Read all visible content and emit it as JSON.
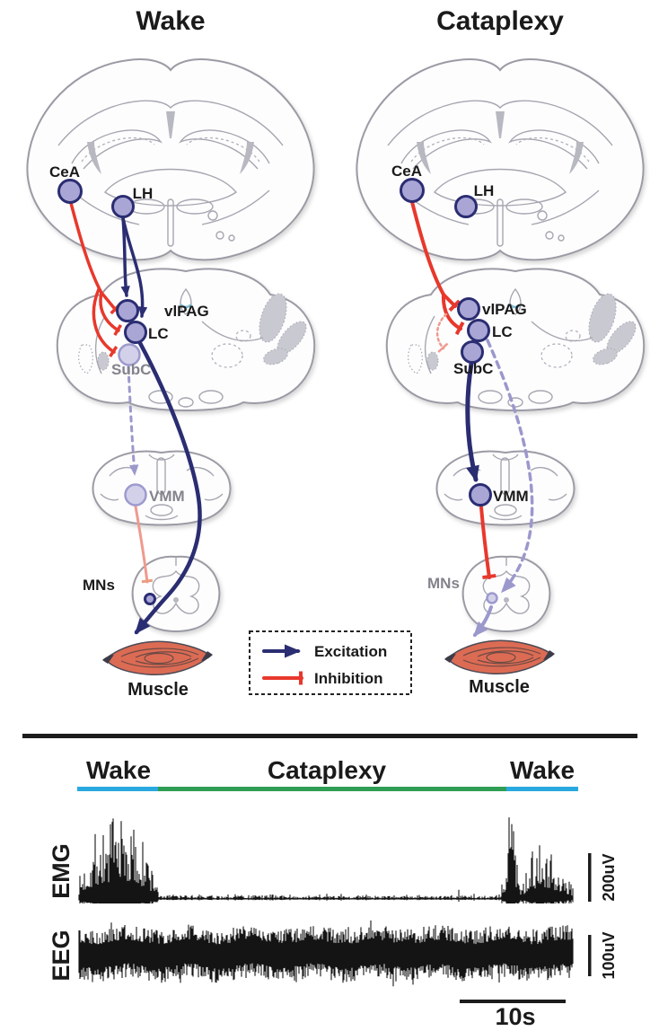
{
  "titles": {
    "wake": "Wake",
    "cataplexy": "Cataplexy"
  },
  "node_labels": {
    "cea": "CeA",
    "lh": "LH",
    "vlpag": "vlPAG",
    "lc": "LC",
    "subc": "SubC",
    "vmm": "VMM",
    "mns": "MNs",
    "muscle": "Muscle"
  },
  "legend": {
    "excitation": "Excitation",
    "inhibition": "Inhibition"
  },
  "colors": {
    "excitation": "#2b2d72",
    "inhibition": "#e8382c",
    "faded_projection": "#9b98cc",
    "faded_inhibition": "#ef9a8e",
    "node_fill": "#a9a6d6",
    "node_stroke": "#2b2d72",
    "node_fill_faded": "#d3d1ea",
    "node_stroke_faded": "#9d9ace",
    "wake_bar": "#2aa9e0",
    "cataplexy_bar": "#2f9e54",
    "muscle_fill": "#dc6b54"
  },
  "circuit": {
    "wake": {
      "edges": [
        {
          "from": "CeA",
          "to": "vlPAG",
          "type": "inhibition",
          "active": true
        },
        {
          "from": "CeA",
          "to": "LC",
          "type": "inhibition",
          "active": true
        },
        {
          "from": "CeA",
          "to": "SubC",
          "type": "inhibition",
          "active": true
        },
        {
          "from": "LH",
          "to": "vlPAG",
          "type": "excitation",
          "active": true
        },
        {
          "from": "LH",
          "to": "LC",
          "type": "excitation",
          "active": true
        },
        {
          "from": "LC",
          "to": "Muscle",
          "type": "excitation",
          "active": true
        },
        {
          "from": "SubC",
          "to": "VMM",
          "type": "excitation",
          "active": false
        },
        {
          "from": "VMM",
          "to": "MNs",
          "type": "inhibition",
          "active": false
        }
      ],
      "faded_nodes": [
        "SubC",
        "VMM"
      ]
    },
    "cataplexy": {
      "edges": [
        {
          "from": "CeA",
          "to": "vlPAG",
          "type": "inhibition",
          "active": true
        },
        {
          "from": "CeA",
          "to": "LC",
          "type": "inhibition",
          "active": true
        },
        {
          "from": "vlPAG",
          "to": "SubC",
          "type": "inhibition",
          "active": false
        },
        {
          "from": "SubC",
          "to": "VMM",
          "type": "excitation",
          "active": true
        },
        {
          "from": "VMM",
          "to": "MNs",
          "type": "inhibition",
          "active": true
        },
        {
          "from": "LC",
          "to": "MNs",
          "type": "excitation",
          "active": false
        },
        {
          "from": "MNs",
          "to": "Muscle",
          "type": "excitation",
          "active": false
        }
      ],
      "faded_nodes": [
        "MNs"
      ]
    }
  },
  "trace_panel": {
    "states": [
      {
        "label": "Wake",
        "fraction": 0.161
      },
      {
        "label": "Cataplexy",
        "fraction": 0.695
      },
      {
        "label": "Wake",
        "fraction": 0.144
      }
    ],
    "emg": {
      "label": "EMG",
      "scale_bar": "200uV"
    },
    "eeg": {
      "label": "EEG",
      "scale_bar": "100uV"
    },
    "time_scale": "10s"
  },
  "chart_data": {
    "type": "line",
    "x_states": [
      "Wake",
      "Cataplexy",
      "Wake"
    ],
    "series": [
      {
        "name": "EMG",
        "scale_bar": "200uV",
        "pattern": "high-amplitude bursts during Wake, near-flat atonia during Cataplexy, abrupt large burst at waking"
      },
      {
        "name": "EEG",
        "scale_bar": "100uV",
        "pattern": "continuous mixed-frequency activity throughout all states"
      }
    ],
    "time_scale_bar": "10s"
  }
}
